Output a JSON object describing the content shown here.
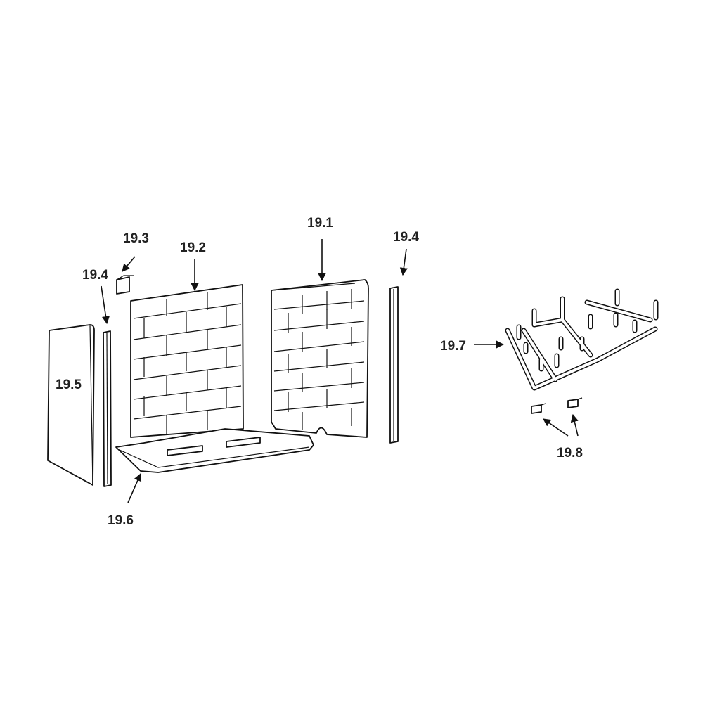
{
  "labels": {
    "p19_1": "19.1",
    "p19_2": "19.2",
    "p19_3": "19.3",
    "p19_4_left": "19.4",
    "p19_4_right": "19.4",
    "p19_5": "19.5",
    "p19_6": "19.6",
    "p19_7": "19.7",
    "p19_8": "19.8"
  },
  "colors": {
    "line": "#111111",
    "label": "#222222",
    "background": "#ffffff"
  }
}
